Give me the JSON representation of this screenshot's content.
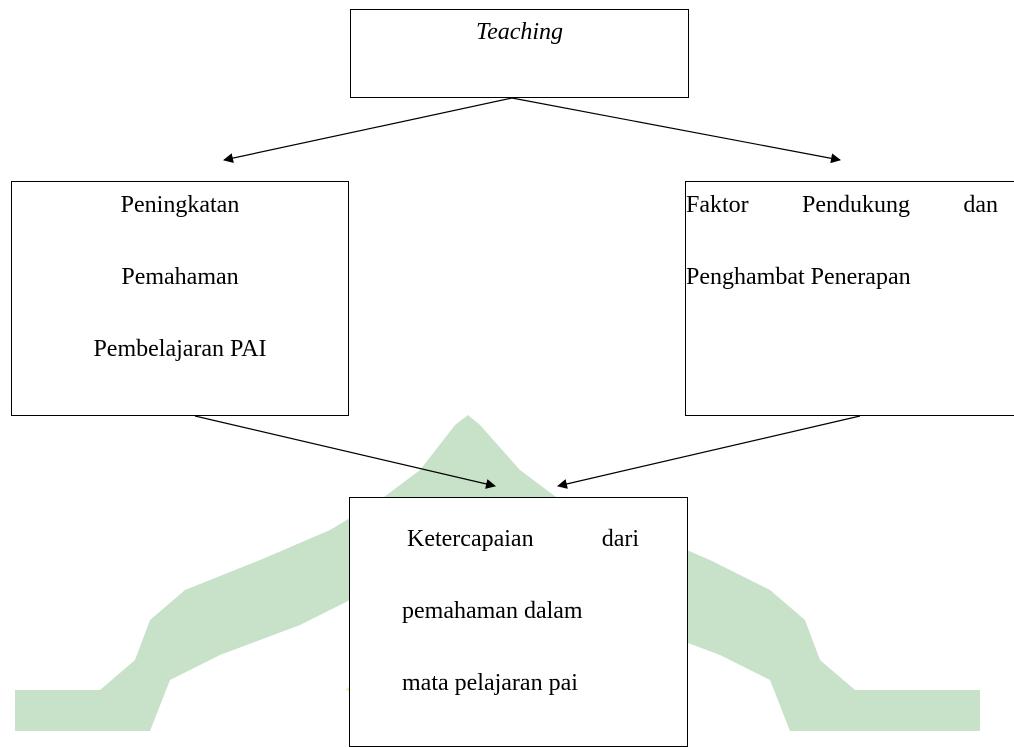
{
  "diagram": {
    "top_box": {
      "text": "Teaching"
    },
    "left_box": {
      "lines": [
        "Peningkatan",
        "Pemahaman",
        "Pembelajaran PAI"
      ]
    },
    "right_box": {
      "line1_words": [
        "Faktor",
        "Pendukung",
        "dan"
      ],
      "line2": "Penghambat Penerapan"
    },
    "bottom_box": {
      "line1_words": [
        "Ketercapaian",
        "dari"
      ],
      "line2": "pemahaman dalam",
      "line3": "mata pelajaran pai"
    },
    "watermark": {
      "colors": {
        "green": "#c8e2c9",
        "gray": "#dcdcdc",
        "yellow": "#fbe9b8",
        "cyan": "#c6f0f8"
      }
    }
  }
}
